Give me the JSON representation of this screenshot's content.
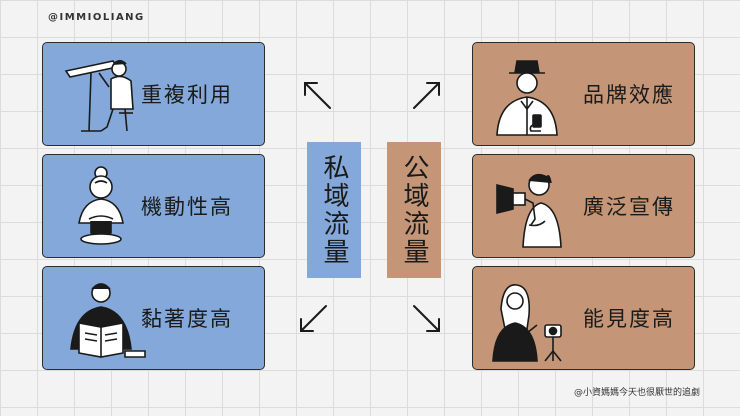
{
  "handle": "@IMMIOLIANG",
  "private_traffic": {
    "title": "私域流量",
    "cards": [
      {
        "label": "重複利用",
        "icon": "person-at-drafting-table-icon"
      },
      {
        "label": "機動性高",
        "icon": "person-at-pottery-wheel-icon"
      },
      {
        "label": "黏著度高",
        "icon": "person-reading-book-icon"
      }
    ],
    "color": "#83a8d9"
  },
  "public_traffic": {
    "title": "公域流量",
    "cards": [
      {
        "label": "品牌效應",
        "icon": "man-in-hat-with-phone-icon"
      },
      {
        "label": "廣泛宣傳",
        "icon": "man-with-megaphone-icon"
      },
      {
        "label": "能見度高",
        "icon": "woman-with-camera-tripod-icon"
      }
    ],
    "color": "#c49677"
  },
  "footer": "@小資媽媽今天也很厭世的追劇"
}
